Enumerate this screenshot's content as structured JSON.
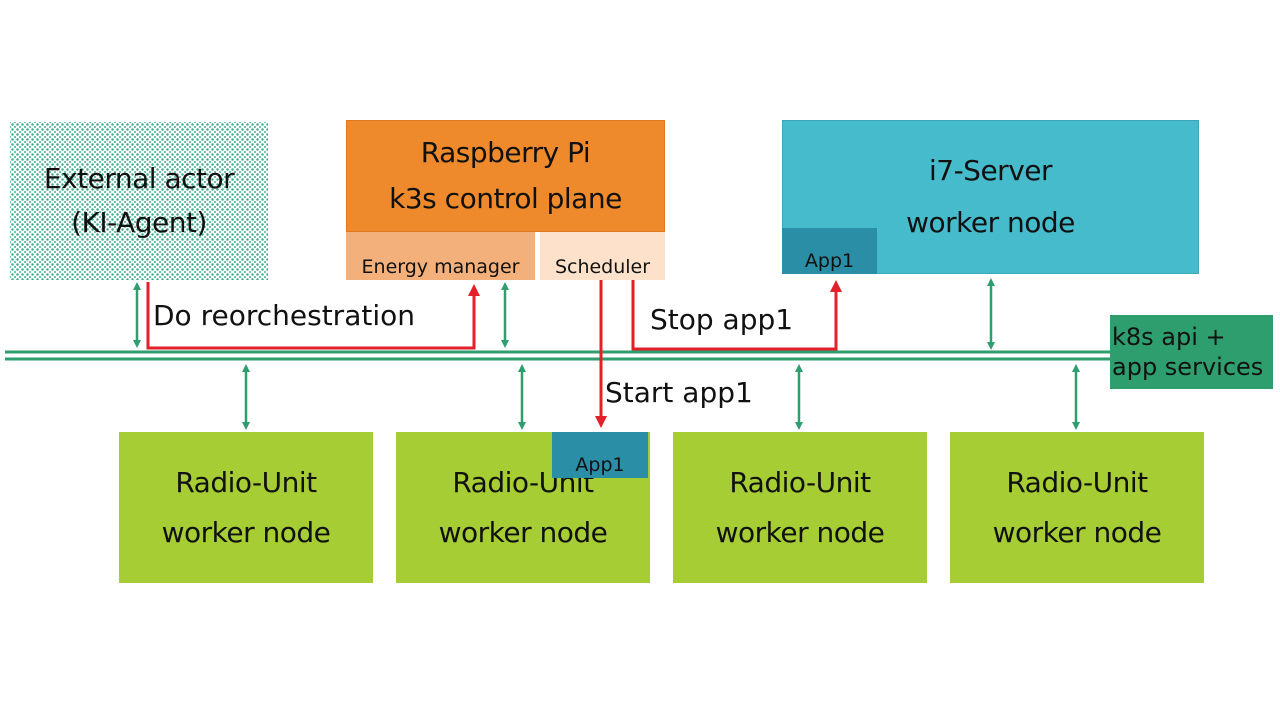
{
  "external_actor": {
    "line1": "External actor",
    "line2": "(KI-Agent)"
  },
  "control_plane": {
    "line1": "Raspberry Pi",
    "line2": "k3s control plane",
    "energy_manager": "Energy manager",
    "scheduler": "Scheduler"
  },
  "i7_server": {
    "line1": "i7-Server",
    "line2": "worker node",
    "app": "App1"
  },
  "bus": {
    "label_line1": "k8s api +",
    "label_line2": "app services"
  },
  "radio_units": [
    {
      "line1": "Radio-Unit",
      "line2": "worker node"
    },
    {
      "line1": "Radio-Unit",
      "line2": "worker node",
      "app": "App1"
    },
    {
      "line1": "Radio-Unit",
      "line2": "worker node"
    },
    {
      "line1": "Radio-Unit",
      "line2": "worker node"
    }
  ],
  "flows": {
    "reorchestration": "Do reorchestration",
    "stop": "Stop app1",
    "start": "Start app1"
  },
  "colors": {
    "control_plane": "#ee8a2c",
    "server": "#45bbcb",
    "radio_unit": "#a6cd34",
    "bus": "#2f9e6e",
    "command": "#e3202a",
    "app": "#2a8ea6"
  }
}
